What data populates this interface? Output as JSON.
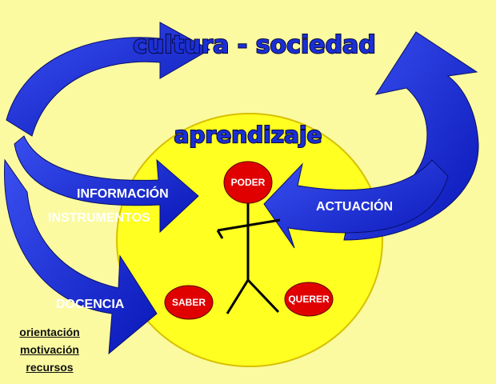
{
  "titles": {
    "top": "cultura - sociedad",
    "center": "aprendizaje"
  },
  "arrows": {
    "informacion": "INFORMACIÓN",
    "instrumentos": "INSTRUMENTOS",
    "actuacion": "ACTUACIÓN",
    "docencia": "DOCENCIA"
  },
  "nodes": {
    "poder": "PODER",
    "saber": "SABER",
    "querer": "QUERER"
  },
  "side_list": [
    "orientación",
    "motivación",
    "recursos"
  ],
  "colors": {
    "background": "#fbfaa0",
    "circle": "#ffff22",
    "arrow_blue": "#1a2fd6",
    "node_red": "#e00000"
  }
}
